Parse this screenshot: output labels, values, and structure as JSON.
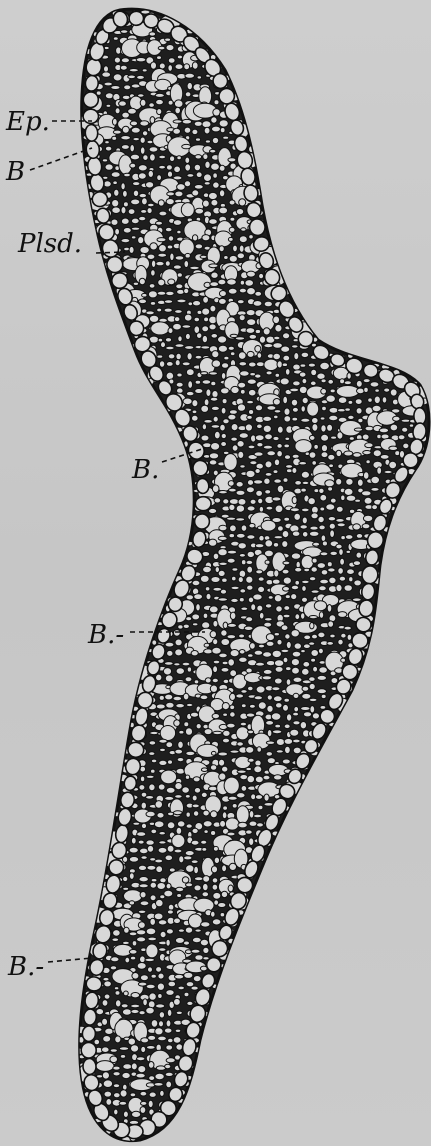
{
  "labels": {
    "epidermis": "Ep.",
    "bundle_top": "B",
    "palisade": "Plsd.",
    "bundle_mid": "B.",
    "bundle_lower": "B.-",
    "bundle_bottom": "B.-"
  },
  "colors": {
    "ink": "#111111",
    "paper": "#c9c9c9",
    "cell_fill": "#d8d8d8",
    "tissue_dark": "#1c1c1c"
  }
}
